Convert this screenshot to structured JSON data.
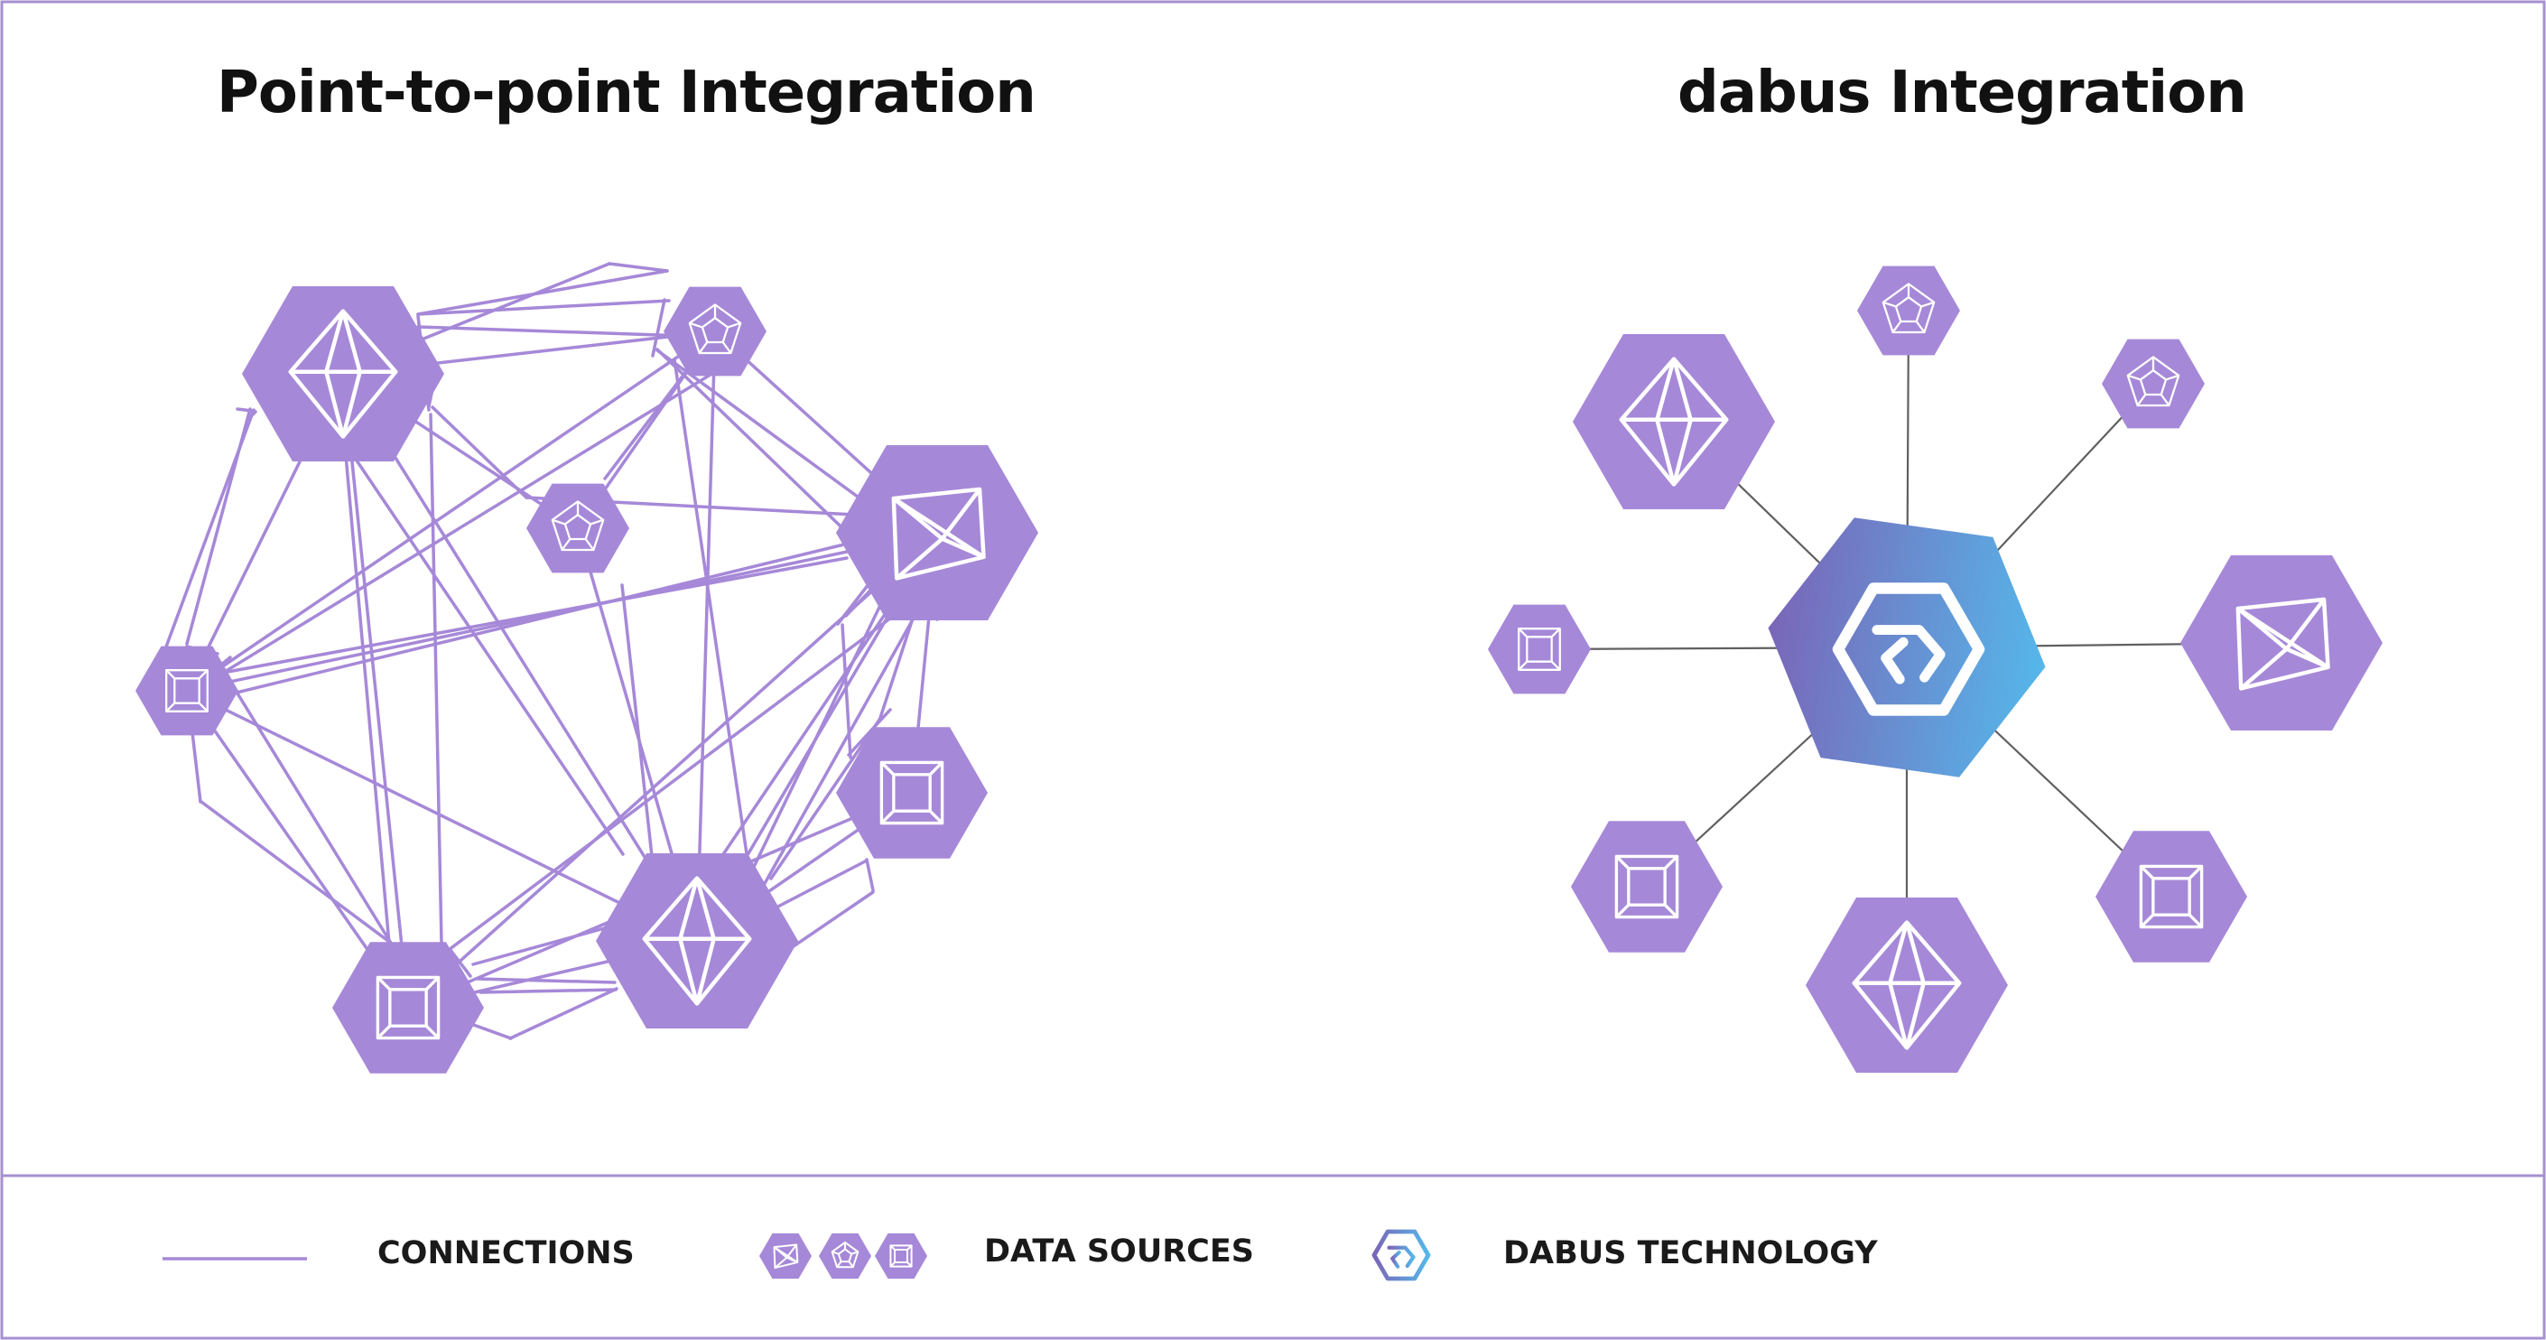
{
  "titles": {
    "left": "Point-to-point Integration",
    "right": "dabus Integration"
  },
  "legend": {
    "connections": "CONNECTIONS",
    "data_sources": "DATA SOURCES",
    "technology": "DABUS TECHNOLOGY"
  },
  "colors": {
    "node_fill": "#a688d8",
    "edge_left": "#a688d8",
    "edge_right": "#606060",
    "border": "#a590cf",
    "hub_gradient_start": "#7a66b8",
    "hub_gradient_end": "#55b7ea",
    "icon_stroke": "#ffffff"
  },
  "icons": {
    "octahedron": "octahedron-icon",
    "pentagon": "pentagon-icon",
    "cube": "square-frame-icon",
    "tetra": "tetrahedron-icon",
    "hub": "dabus-logo-icon"
  }
}
